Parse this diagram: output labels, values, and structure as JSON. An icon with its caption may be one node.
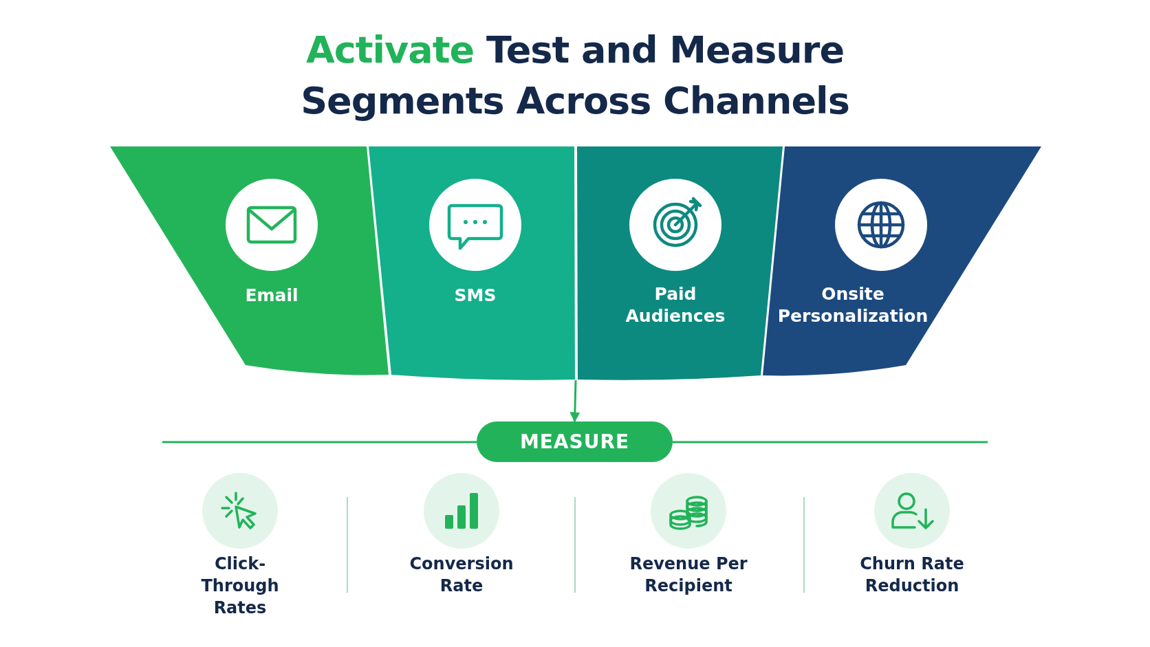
{
  "diagram": {
    "title": "Activate Test and Measure Segments Across Channels",
    "nodes": [
      {
        "text": [
          "Email"
        ]
      },
      {
        "text": [
          "SMS"
        ]
      },
      {
        "text": [
          "Paid Audiences"
        ]
      },
      {
        "text": [
          "Onsite Personalization"
        ]
      },
      {
        "text": [
          "MEASURE"
        ]
      },
      {
        "text": [
          "Click-Through Rates"
        ]
      },
      {
        "text": [
          "Conversion Rate"
        ]
      },
      {
        "text": [
          "Revenue Per Recipient"
        ]
      },
      {
        "text": [
          "Churn Rate Reduction"
        ]
      }
    ],
    "edges": [
      {
        "from": 2,
        "to": 4,
        "arrow": "to"
      }
    ]
  }
}
